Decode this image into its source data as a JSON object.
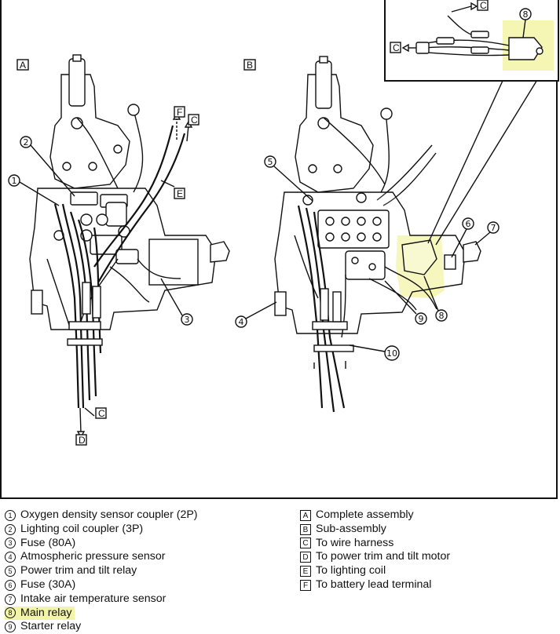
{
  "figure": {
    "panel_a_tag": "A",
    "panel_b_tag": "B",
    "callouts_a": {
      "c1": "1",
      "c2": "2",
      "c3": "3"
    },
    "letters_a": {
      "f": "F",
      "c_top": "C",
      "e": "E",
      "c_bottom": "C",
      "d": "D"
    },
    "callouts_b": {
      "c4": "4",
      "c5": "5",
      "c6": "6",
      "c7": "7",
      "c8": "8",
      "c9": "9",
      "c10": "10"
    },
    "inset": {
      "letter_c_top": "C",
      "letter_c_left": "C",
      "callout_8": "8"
    },
    "highlight_color": "#f3f5a6"
  },
  "legend": {
    "left": [
      {
        "num": "1",
        "text": "Oxygen density sensor coupler (2P)"
      },
      {
        "num": "2",
        "text": "Lighting coil coupler (3P)"
      },
      {
        "num": "3",
        "text": "Fuse (80A)"
      },
      {
        "num": "4",
        "text": "Atmospheric pressure sensor"
      },
      {
        "num": "5",
        "text": "Power trim and tilt relay"
      },
      {
        "num": "6",
        "text": "Fuse (30A)"
      },
      {
        "num": "7",
        "text": "Intake air temperature sensor"
      },
      {
        "num": "8",
        "text": "Main relay"
      },
      {
        "num": "9",
        "text": "Starter relay"
      }
    ],
    "right": [
      {
        "letter": "A",
        "text": "Complete assembly"
      },
      {
        "letter": "B",
        "text": "Sub-assembly"
      },
      {
        "letter": "C",
        "text": "To wire harness"
      },
      {
        "letter": "D",
        "text": "To power trim and tilt motor"
      },
      {
        "letter": "E",
        "text": "To lighting coil"
      },
      {
        "letter": "F",
        "text": "To battery lead terminal"
      }
    ]
  }
}
